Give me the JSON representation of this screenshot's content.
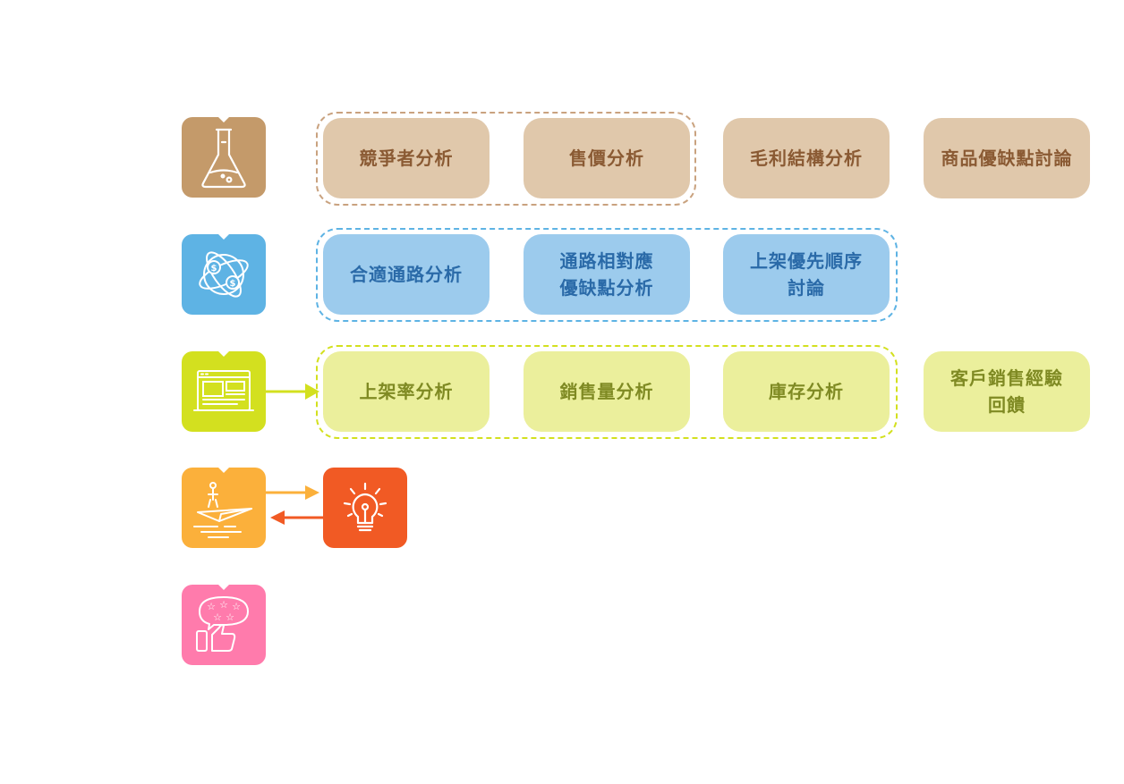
{
  "colors": {
    "tan_tile": "#c49a6a",
    "blue_tile": "#5eb3e4",
    "lime_tile": "#d3e01f",
    "orange_tile": "#fbb03b",
    "pink_tile": "#ff7bac",
    "bulb_tile": "#f15a24",
    "tan_box": "#e0c8ab",
    "blue_box": "#9ccbed",
    "lime_box": "#ebef9c"
  },
  "rows": [
    {
      "icon": "flask-icon",
      "boxes": [
        "競爭者分析",
        "售價分析",
        "毛利結構分析",
        "商品優缺點討論"
      ]
    },
    {
      "icon": "globe-dollar-icon",
      "boxes": [
        "合適通路分析",
        "通路相對應\n優缺點分析",
        "上架優先順序\n討論"
      ]
    },
    {
      "icon": "web-page-icon",
      "boxes": [
        "上架率分析",
        "銷售量分析",
        "庫存分析",
        "客戶銷售經驗\n回饋"
      ]
    },
    {
      "icon": "paper-plane-launch-icon",
      "linked_icon": "lightbulb-icon"
    },
    {
      "icon": "rating-thumbs-up-icon"
    }
  ]
}
